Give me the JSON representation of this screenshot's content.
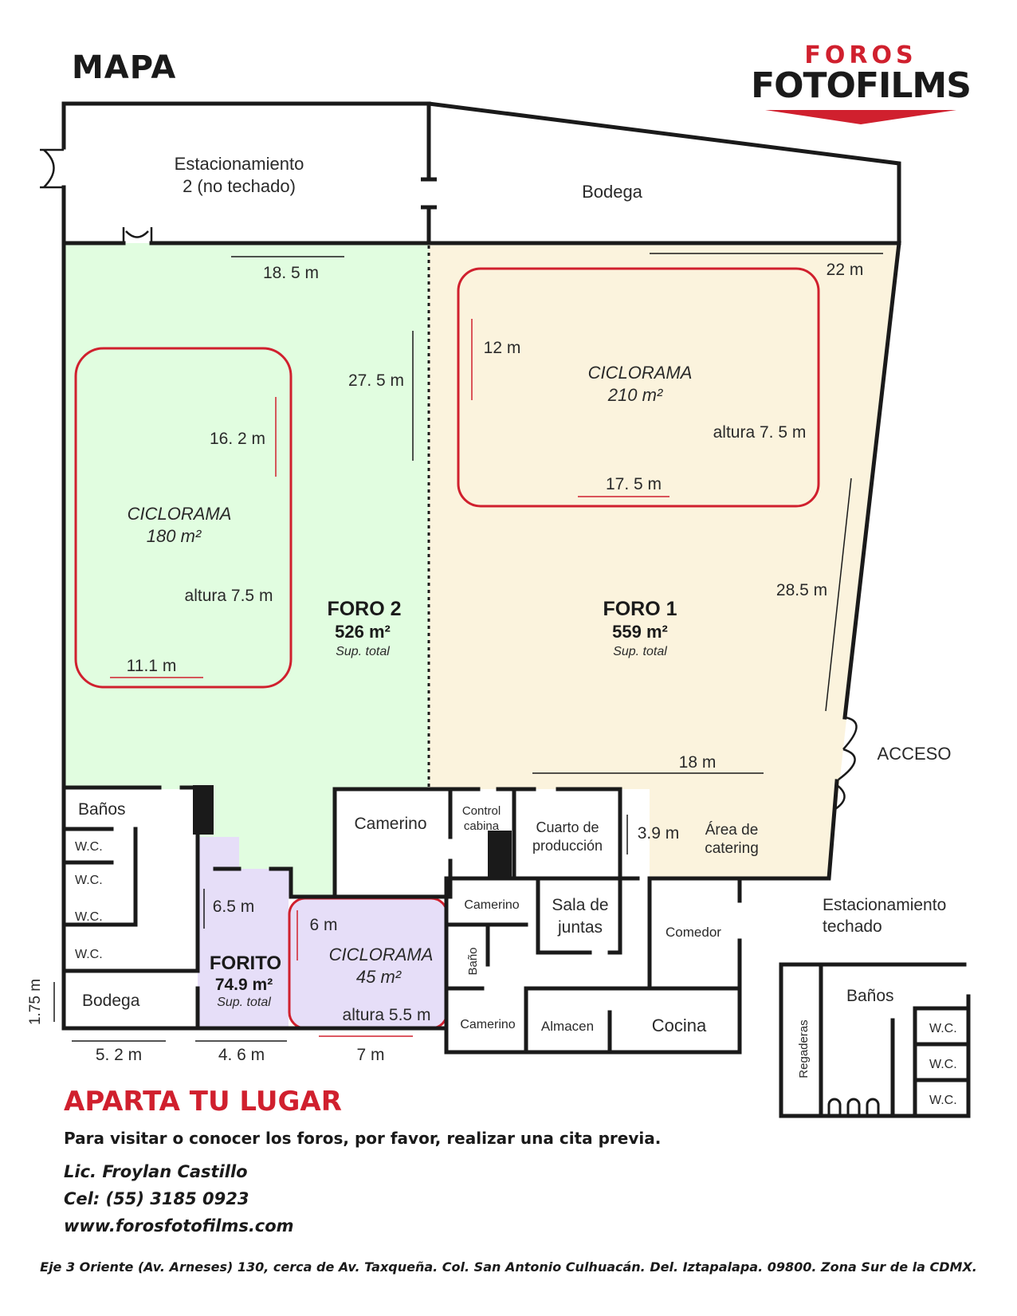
{
  "page": {
    "title": "MAPA",
    "brand_top": "FOROS",
    "brand_main": "FOTOFILMS",
    "brand_color": "#d0202e"
  },
  "colors": {
    "foro2_fill": "#e1fde0",
    "foro1_fill": "#fbf3dd",
    "forito_fill": "#e6def8",
    "cyclorama_outline": "#d0202e",
    "wall": "#1a1a1a"
  },
  "areas": {
    "estacionamiento2": [
      "Estacionamiento",
      "2 (no techado)"
    ],
    "bodega_top": "Bodega",
    "foro2": {
      "name": "FORO 2",
      "area": "526  m²",
      "sup": "Sup. total"
    },
    "foro1": {
      "name": "FORO 1",
      "area": "559 m²",
      "sup": "Sup. total"
    },
    "forito": {
      "name": "FORITO",
      "area": "74.9 m²",
      "sup": "Sup. total"
    },
    "acceso": "ACCESO",
    "estacionamiento_techado": [
      "Estacionamiento",
      "techado"
    ]
  },
  "cycloramas": {
    "c180": {
      "title": "CICLORAMA",
      "area": "180 m²",
      "height": "altura 7.5 m"
    },
    "c210": {
      "title": "CICLORAMA",
      "area": "210 m²",
      "height": "altura 7. 5 m"
    },
    "c45": {
      "title": "CICLORAMA",
      "area": "45 m²",
      "height": "altura 5.5 m"
    }
  },
  "dimensions": {
    "d18_5": "18. 5 m",
    "d22": "22 m",
    "d27_5": "27. 5 m",
    "d16_2": "16. 2 m",
    "d11_1": "11.1 m",
    "d12": "12 m",
    "d17_5": "17. 5 m",
    "d28_5": "28.5 m",
    "d18": "18 m",
    "d3_9": "3.9 m",
    "d6_5": "6.5 m",
    "d6": "6 m",
    "d1_75": "1.75 m",
    "d5_2": "5. 2 m",
    "d4_6": "4. 6 m",
    "d7": "7 m"
  },
  "rooms": {
    "banos_left": "Baños",
    "wc": "W.C.",
    "bodega_small": "Bodega",
    "camerino": "Camerino",
    "control_cabina": [
      "Control",
      "cabina"
    ],
    "cuarto_produccion": [
      "Cuarto de",
      "producción"
    ],
    "area_catering": [
      "Área de",
      "catering"
    ],
    "sala_juntas": [
      "Sala de",
      "juntas"
    ],
    "bano": "Baño",
    "comedor": "Comedor",
    "almacen": "Almacen",
    "cocina": "Cocina",
    "banos_right": "Baños",
    "regaderas": "Regaderas"
  },
  "footer": {
    "cta": "APARTA TU LUGAR",
    "intro": "Para visitar o conocer los foros, por favor, realizar una cita previa.",
    "contact_name": "Lic. Froylan Castillo",
    "phone": "Cel: (55) 3185 0923",
    "website": "www.forosfotofilms.com",
    "address": "Eje 3 Oriente (Av. Arneses) 130, cerca de Av. Taxqueña. Col. San Antonio Culhuacán. Del. Iztapalapa. 09800. Zona Sur de la CDMX."
  }
}
